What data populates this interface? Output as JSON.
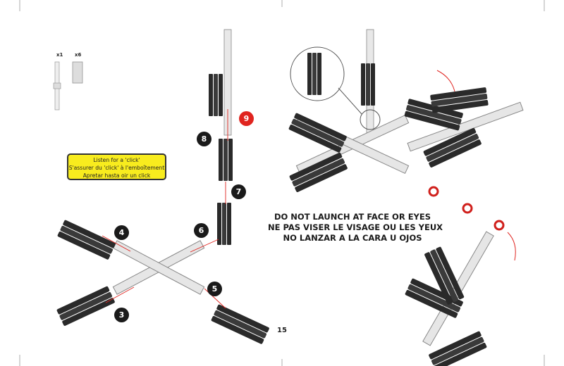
{
  "parts": {
    "rod_qty": "x1",
    "plank_qty": "x6"
  },
  "click_note": {
    "lines": [
      "Listen for a 'click'",
      "S'assurer du 'click' à l'emboîtement",
      "Apretar hasta oir un click"
    ],
    "bg_color": "#f8ec1e"
  },
  "steps": [
    "9",
    "8",
    "7",
    "6",
    "4",
    "5",
    "3"
  ],
  "highlight_step_color": "#e0241f",
  "warning": {
    "lines": [
      "DO NOT LAUNCH AT FACE OR EYES",
      "NE PAS VISER LE VISAGE OU LES YEUX",
      "NO LANZAR A LA CARA U OJOS"
    ]
  },
  "page_number": "15"
}
